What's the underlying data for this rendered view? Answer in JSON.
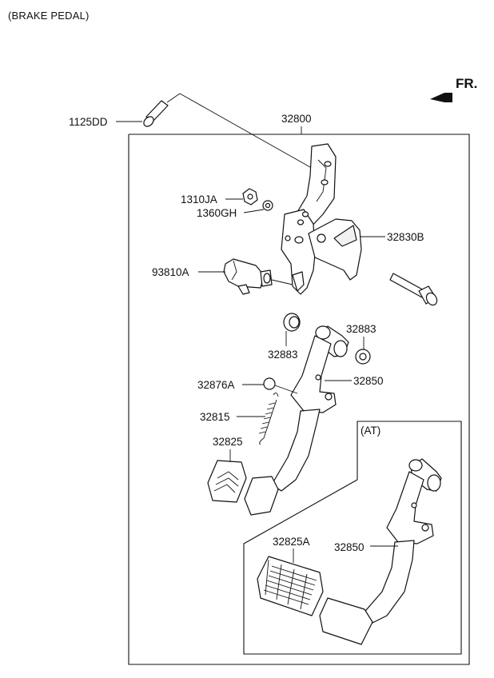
{
  "title": "(BRAKE PEDAL)",
  "direction_label": "FR.",
  "inset_label": "(AT)",
  "parts": {
    "bolt_top": "1125DD",
    "assembly": "32800",
    "nut": "1310JA",
    "washer": "1360GH",
    "bracket": "32830B",
    "switch": "93810A",
    "bushing_left": "32883",
    "bushing_right": "32883",
    "stopper": "32876A",
    "pedal_arm": "32850",
    "spring": "32815",
    "pad": "32825",
    "pad_at": "32825A",
    "pedal_arm_at": "32850"
  }
}
